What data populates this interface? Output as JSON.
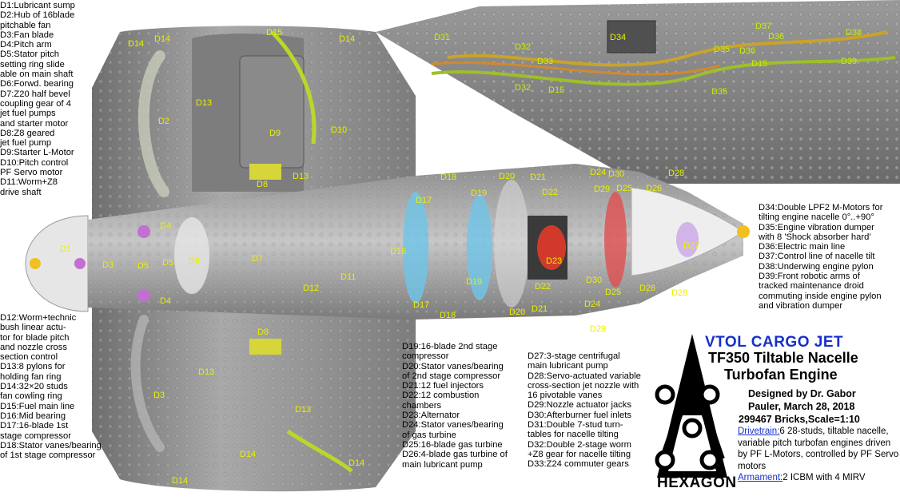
{
  "legend": {
    "left_top": [
      "D1:Lubricant sump",
      "D2:Hub of 16blade",
      "pitchable fan",
      "D3:Fan blade",
      "D4:Pitch arm",
      "D5:Stator pitch",
      "setting ring slide",
      "able on main shaft",
      "D6:Forwd. bearing",
      "D7:Z20 half bevel",
      "coupling gear of 4",
      "jet fuel  pumps",
      "and starter motor",
      "D8:Z8 geared",
      "jet fuel pump",
      "D9:Starter L-Motor",
      "D10:Pitch control",
      "PF Servo motor",
      "D11:Worm+Z8",
      "drive shaft"
    ],
    "left_bottom": [
      "D12:Worm+technic",
      "bush linear actu-",
      "tor for blade pitch",
      "and nozzle cross",
      "section control",
      "D13:8 pylons for",
      "holding fan ring",
      "D14:32×20 studs",
      "fan cowling ring",
      "D15:Fuel main line",
      "D16:Mid bearing",
      "D17:16-blade 1st",
      "stage compressor",
      "D18:Stator vanes/bearing",
      "of 1st stage compressor"
    ],
    "middle": [
      "D19:16-blade 2nd stage",
      "compressor",
      "D20:Stator vanes/bearing",
      "of 2nd stage compressor",
      "D21:12 fuel injectors",
      "D22:12 combustion",
      "chambers",
      "D23:Alternator",
      "D24:Stator vanes/bearing",
      "of gas turbine",
      "D25:16-blade gas turbine",
      "D26:4-blade gas turbine of",
      "main lubricant pump"
    ],
    "right_middle": [
      "D27:3-stage centrifugal",
      "main lubricant pump",
      "D28:Servo-actuated variable",
      "cross-section jet nozzle with",
      "16 pivotable vanes",
      "D29:Nozzle actuator jacks",
      "D30:Afterburner fuel inlets",
      "D31:Double 7-stud turn-",
      "tables for nacelle tilting",
      "D32:Double 2-stage worm",
      "+Z8 gear for nacelle tilting",
      "D33:Z24 commuter gears"
    ],
    "right_top": [
      "D34:Double LPF2 M-Motors for",
      "tilting engine nacelle 0°..+90°",
      "D35:Engine vibration dumper",
      "with 8 'Shock absorber hard'",
      "D36:Electric main line",
      "D37:Control line of nacelle tilt",
      "D38:Underwing engine pylon",
      "D39:Front robotic arms of",
      "tracked maintenance droid",
      "commuting inside engine pylon",
      "and vibration dumper"
    ]
  },
  "title": {
    "line1": "VTOL CARGO JET",
    "line2": "TF350 Tiltable Nacelle",
    "line3": "Turbofan Engine",
    "designer": "Designed by Dr. Gabor",
    "date": "Pauler, March 28, 2018",
    "bricks": "299467 Bricks,Scale=1:10"
  },
  "specs": {
    "drivetrain_key": "Drivetrain:",
    "drivetrain_text": "6 28-studs, tiltable nacelle, variable pitch turbofan engines driven by PF L-Motors, controlled by PF Servo motors",
    "armament_key": "Armament:",
    "armament_text": "2 ICBM with 4 MIRV"
  },
  "logo_text": "HEXAGON",
  "part_labels": [
    "D1",
    "D2",
    "D3",
    "D3",
    "D4",
    "D4",
    "D5",
    "D5",
    "D6",
    "D7",
    "D8",
    "D8",
    "D9",
    "D10",
    "D11",
    "D12",
    "D13",
    "D13",
    "D13",
    "D13",
    "D14",
    "D14",
    "D14",
    "D14",
    "D14",
    "D14",
    "D15",
    "D15",
    "D15",
    "D16",
    "D17",
    "D17",
    "D18",
    "D18",
    "D19",
    "D19",
    "D20",
    "D20",
    "D21",
    "D21",
    "D22",
    "D22",
    "D23",
    "D24",
    "D24",
    "D25",
    "D25",
    "D26",
    "D26",
    "D27",
    "D28",
    "D28",
    "D29",
    "D29",
    "D30",
    "D30",
    "D31",
    "D32",
    "D32",
    "D33",
    "D34",
    "D35",
    "D35",
    "D36",
    "D36",
    "D37",
    "D38",
    "D39"
  ],
  "colors": {
    "label_yellow": "#e8f000",
    "title_blue": "#1530c8",
    "body_gray": "#8a8a8a"
  }
}
